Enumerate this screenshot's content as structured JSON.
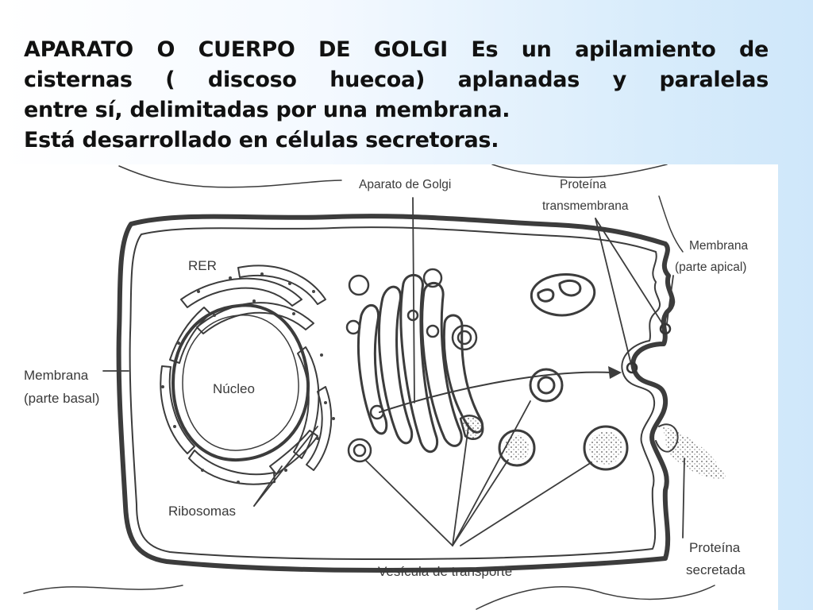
{
  "slide": {
    "heading_line1": "APARATO O CUERPO DE GOLGI Es un apilamiento de",
    "heading_line2": "cisternas ( discoso huecoa) aplanadas  y paralelas",
    "heading_line3": "entre sí, delimitadas por una membrana.",
    "heading_line4": "Está desarrollado en células  secretoras."
  },
  "diagram": {
    "labels": {
      "golgi": "Aparato de Golgi",
      "protein_tm_1": "Proteína",
      "protein_tm_2": "transmembrana",
      "apical_1": "Membrana",
      "apical_2": "(parte apical)",
      "rer": "RER",
      "nucleus": "Núcleo",
      "basal_1": "Membrana",
      "basal_2": "(parte basal)",
      "ribosomes": "Ribosomas",
      "transport": "Vesícula de transporte",
      "secreted_1": "Proteína",
      "secreted_2": "secretada"
    }
  }
}
